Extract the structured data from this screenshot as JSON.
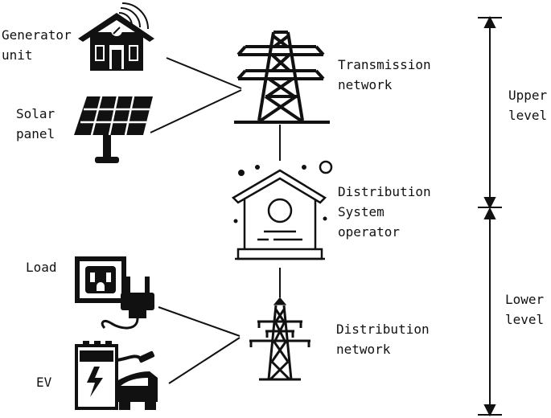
{
  "labels": {
    "generator": "Generator\nunit",
    "solar": "Solar\npanel",
    "transmission": "Transmission\nnetwork",
    "dso": "Distribution\nSystem\noperator",
    "load": "Load",
    "ev": "EV",
    "distribution": "Distribution\nnetwork",
    "upper": "Upper\nlevel",
    "lower": "Lower\nlevel"
  },
  "icons": {
    "generator": "house-with-signal-icon",
    "solar": "solar-panel-icon",
    "transmission": "transmission-tower-icon",
    "dso": "operator-building-icon",
    "load": "power-outlet-plug-icon",
    "ev": "ev-charger-car-icon",
    "distribution": "distribution-tower-icon"
  }
}
